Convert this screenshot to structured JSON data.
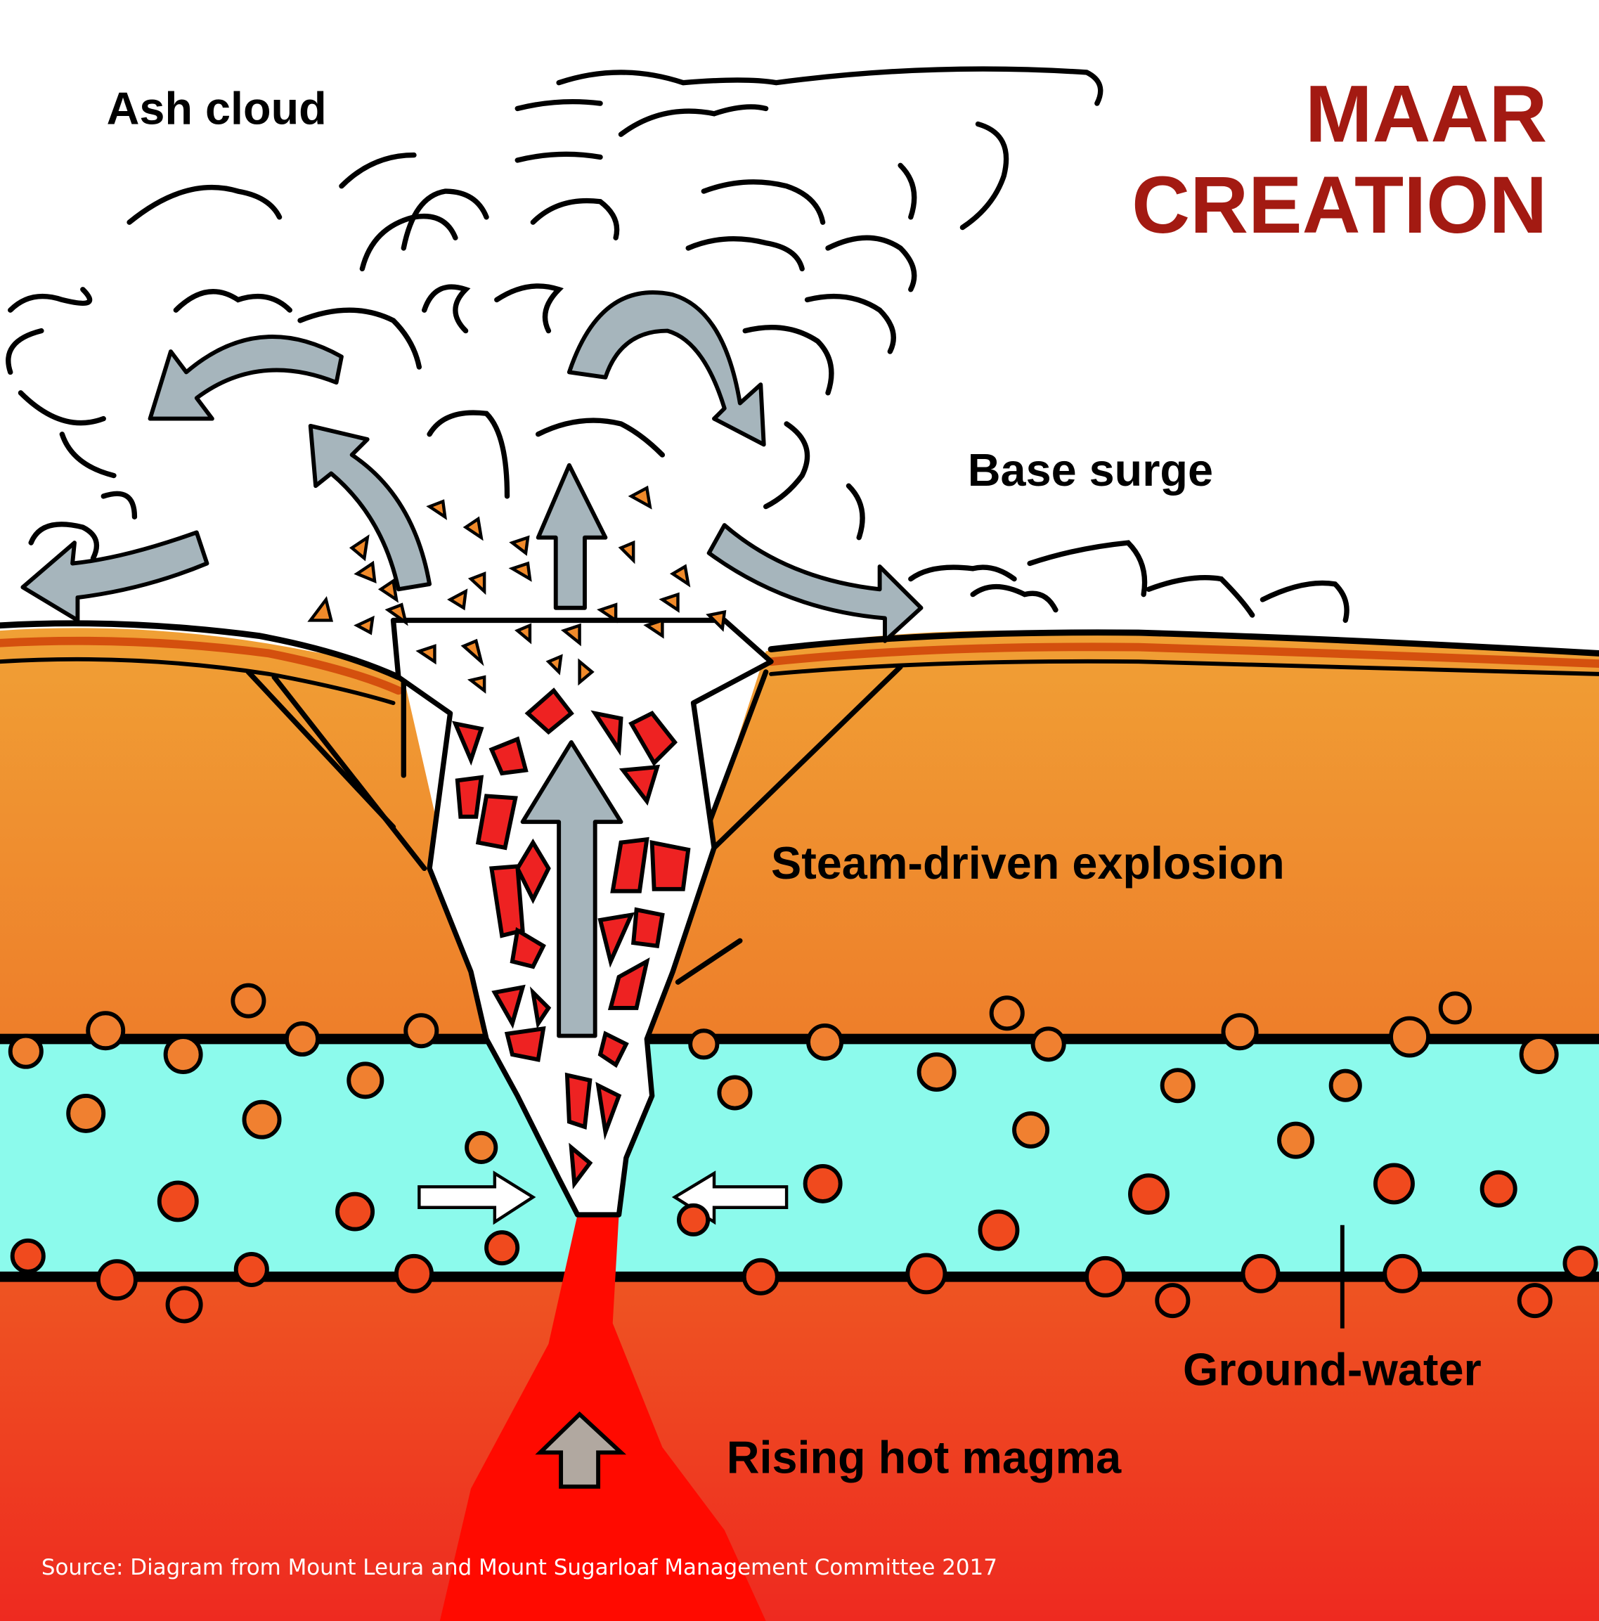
{
  "title": {
    "line1": "MAAR",
    "line2": "CREATION"
  },
  "labels": {
    "ash_cloud": "Ash cloud",
    "base_surge": "Base surge",
    "steam_explosion": "Steam-driven explosion",
    "groundwater": "Ground-water",
    "magma": "Rising hot magma"
  },
  "source": "Source: Diagram from Mount Leura and Mount Sugarloaf Management Committee 2017",
  "colors": {
    "title": "#A31A12",
    "sediment_top": "#F0A035",
    "sediment_bottom": "#EE7E2A",
    "groundwater": "#8CFAEC",
    "rock_top": "#EE5522",
    "rock_bottom": "#EE2A20",
    "magma": "#FF0A00",
    "arrow_gray": "#A6B5BC"
  }
}
